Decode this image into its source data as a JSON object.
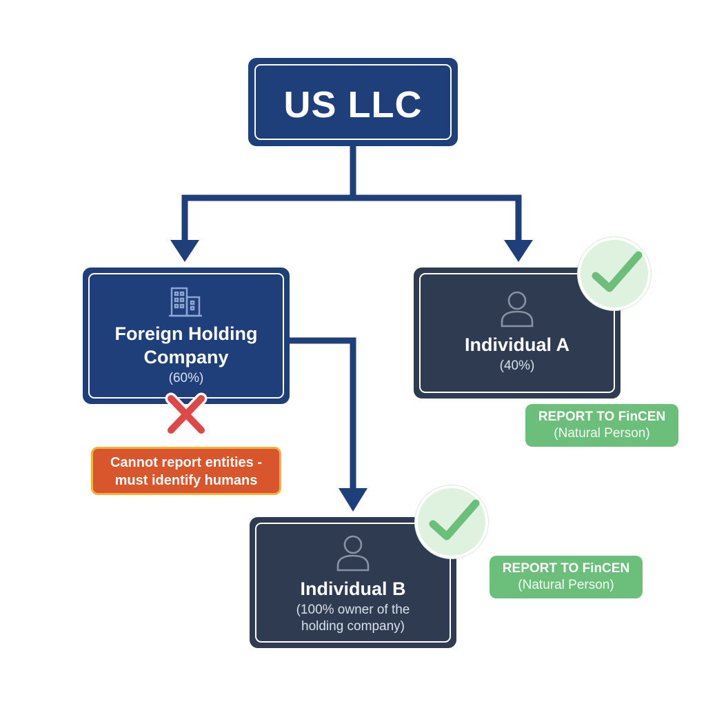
{
  "root": {
    "label": "US LLC"
  },
  "nodes": {
    "foreign_holding": {
      "title_line1": "Foreign Holding",
      "title_line2": "Company",
      "share": "(60%)",
      "icon": "building-icon",
      "status_icon": "red-x-icon"
    },
    "individual_a": {
      "title": "Individual A",
      "share": "(40%)",
      "icon": "person-icon",
      "status_icon": "green-check-icon"
    },
    "individual_b": {
      "title": "Individual B",
      "share_line1": "(100% owner of the",
      "share_line2": "holding company)",
      "icon": "person-icon",
      "status_icon": "green-check-icon"
    }
  },
  "warning": {
    "line1": "Cannot report entities -",
    "line2": "must identify humans"
  },
  "report_a": {
    "title": "REPORT TO FinCEN",
    "subtitle": "(Natural Person)"
  },
  "report_b": {
    "title": "REPORT TO FinCEN",
    "subtitle": "(Natural Person)"
  },
  "colors": {
    "navy": "#1f3f7a",
    "slate": "#2f3b50",
    "connector": "#1f3f7a",
    "success_green": "#6cbf7b",
    "check_bg": "#dff1df",
    "error_red": "#e04848",
    "warning_orange": "#d9552b",
    "warning_border": "#f0b23a"
  }
}
